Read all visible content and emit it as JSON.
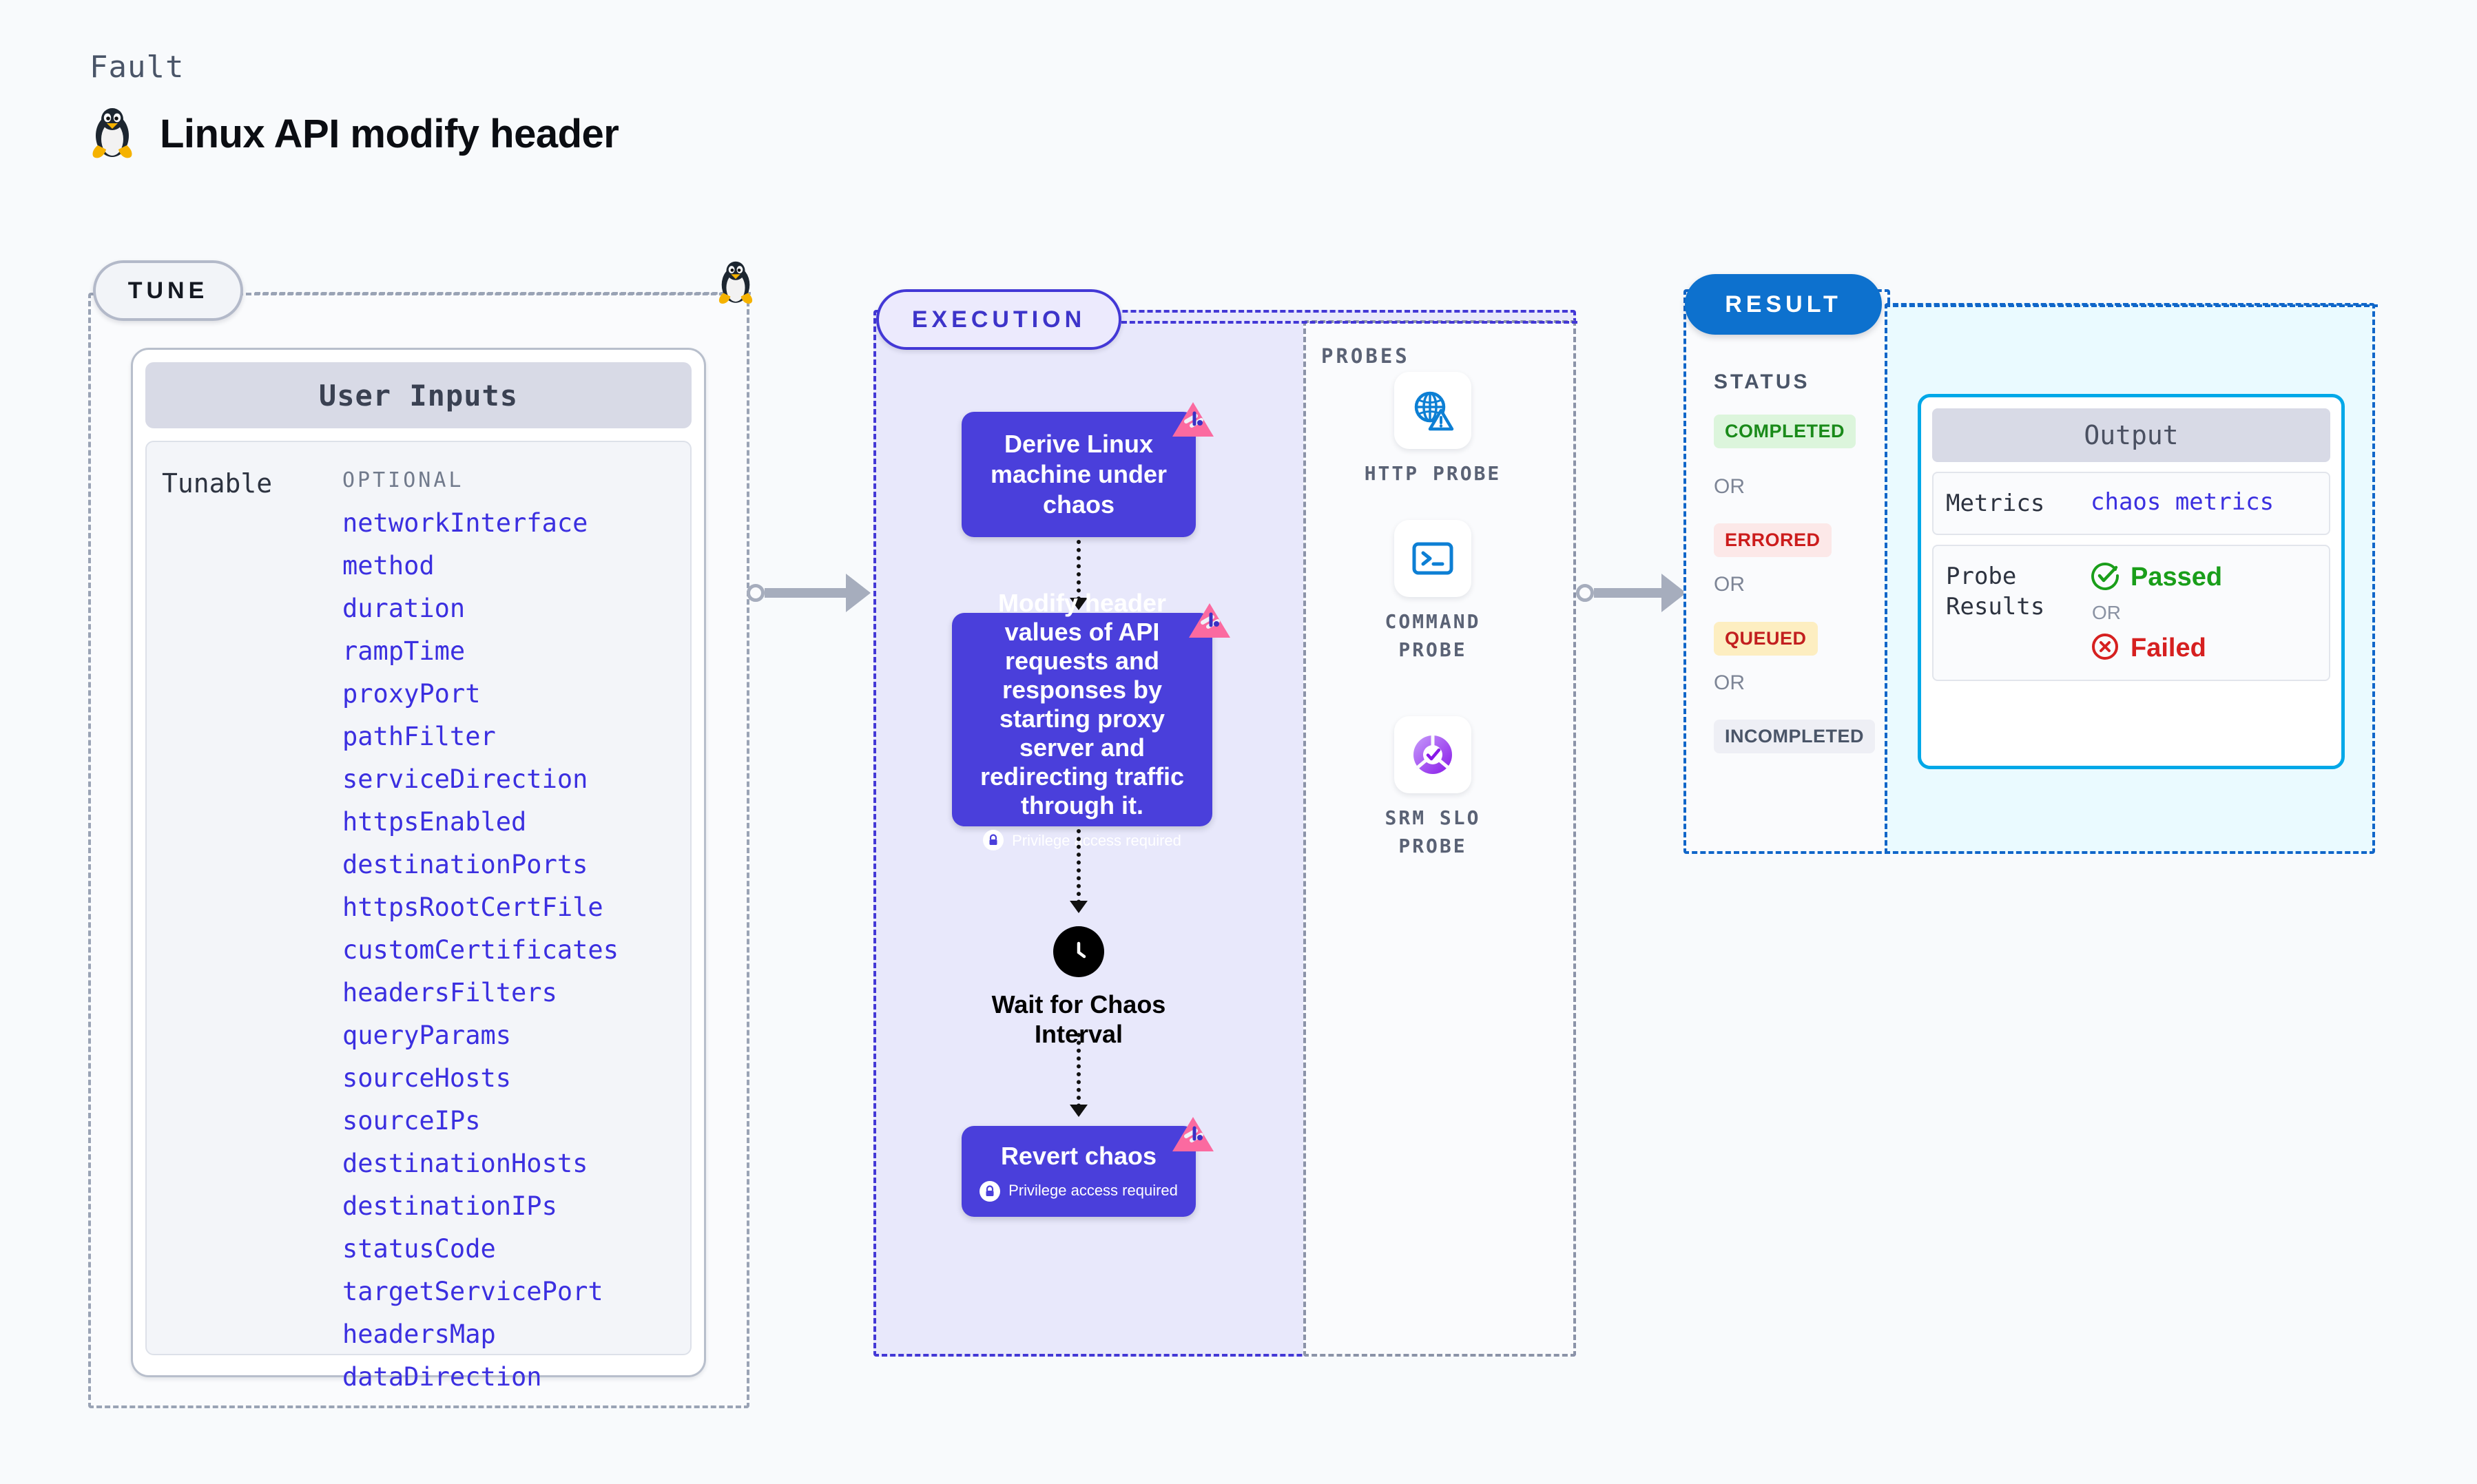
{
  "header": {
    "kicker": "Fault",
    "title": "Linux API modify header",
    "os_icon": "linux-penguin-icon"
  },
  "sections": {
    "tune": {
      "pill_label": "TUNE"
    },
    "execution": {
      "pill_label": "EXECUTION"
    },
    "result": {
      "pill_label": "RESULT"
    },
    "probes": {
      "title": "PROBES"
    }
  },
  "user_inputs": {
    "card_title": "User Inputs",
    "group_label": "Tunable",
    "optional_label": "OPTIONAL",
    "params": [
      "networkInterface",
      "method",
      "duration",
      "rampTime",
      "proxyPort",
      "pathFilter",
      "serviceDirection",
      "httpsEnabled",
      "destinationPorts",
      "httpsRootCertFile",
      "customCertificates",
      "headersFilters",
      "queryParams",
      "sourceHosts",
      "sourceIPs",
      "destinationHosts",
      "destinationIPs",
      "statusCode",
      "targetServicePort",
      "headersMap",
      "dataDirection"
    ]
  },
  "execution_flow": {
    "node_1": {
      "text": "Derive Linux machine under chaos"
    },
    "node_2": {
      "text": "Modify header values of API requests and responses by starting proxy server and redirecting traffic through it.",
      "privilege_note": "Privilege access required"
    },
    "wait": {
      "label": "Wait for Chaos Interval",
      "icon": "clock-icon"
    },
    "node_3": {
      "text": "Revert chaos",
      "privilege_note": "Privilege access required"
    }
  },
  "probes": [
    {
      "label": "HTTP PROBE",
      "icon": "globe-warning-icon"
    },
    {
      "label": "COMMAND PROBE",
      "icon": "terminal-icon"
    },
    {
      "label": "SRM SLO PROBE",
      "icon": "slo-donut-check-icon"
    }
  ],
  "result": {
    "status_title": "STATUS",
    "or_label": "OR",
    "statuses": [
      {
        "label": "COMPLETED",
        "bg": "#dcf5dc",
        "fg": "#1a8a1a"
      },
      {
        "label": "ERRORED",
        "bg": "#fce8e8",
        "fg": "#cc1c1c"
      },
      {
        "label": "QUEUED",
        "bg": "#fdeec1",
        "fg": "#c21f1f"
      },
      {
        "label": "INCOMPLETED",
        "bg": "#eeeff5",
        "fg": "#4a5568"
      }
    ]
  },
  "output": {
    "title": "Output",
    "metrics_key": "Metrics",
    "metrics_value": "chaos metrics",
    "probe_results_key": "Probe Results",
    "passed_label": "Passed",
    "or_label": "OR",
    "failed_label": "Failed"
  },
  "colors": {
    "accent_purple": "#4a3fdb",
    "accent_blue": "#0d71ce",
    "accent_cyan": "#00a8e8",
    "param_blue": "#3b2fe0",
    "chaos_pink": "#fb6aa0",
    "page_bg": "#f8fafc"
  }
}
